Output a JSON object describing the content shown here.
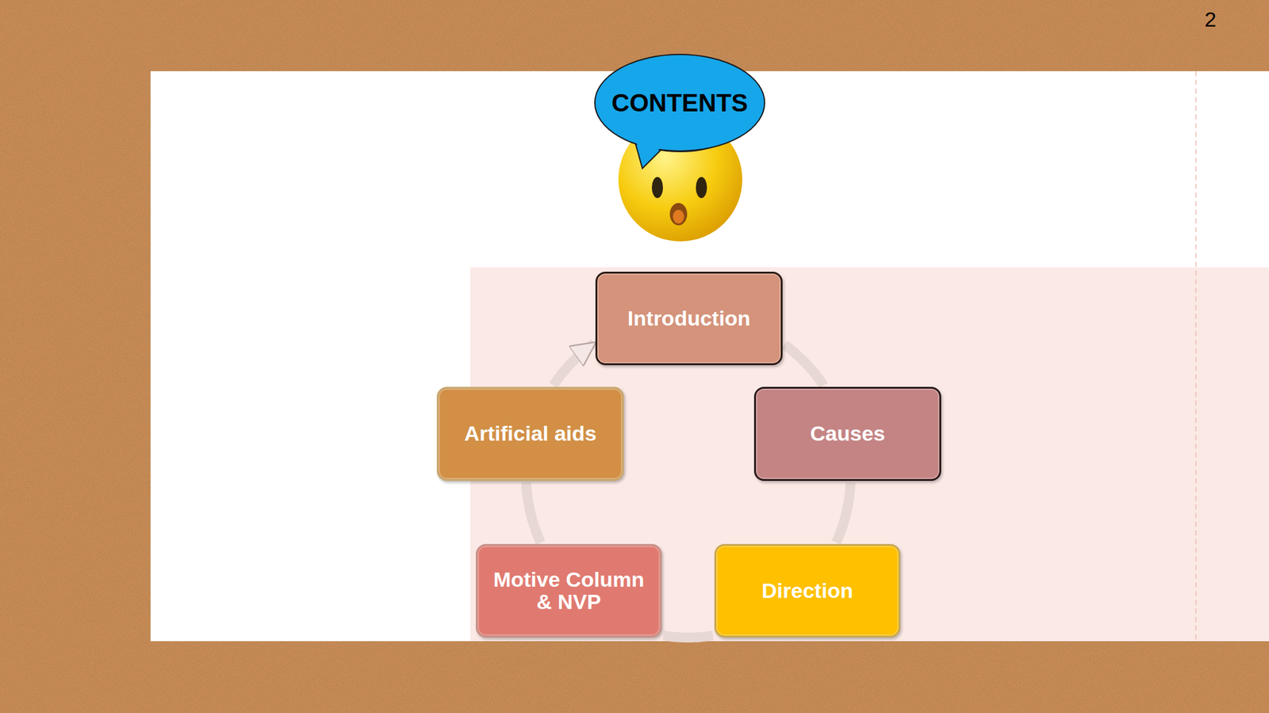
{
  "diagram": {
    "nodes": [
      {
        "text": [
          "CONTENTS"
        ]
      },
      {
        "text": [
          "Introduction"
        ]
      },
      {
        "text": [
          "Causes"
        ]
      },
      {
        "text": [
          "Direction"
        ]
      },
      {
        "text": [
          "Motive Column & NVP"
        ]
      },
      {
        "text": [
          "Artificial aids"
        ]
      }
    ],
    "edges": [
      {
        "from": 1,
        "to": 2,
        "arrow": "none"
      },
      {
        "from": 2,
        "to": 3,
        "arrow": "none"
      },
      {
        "from": 3,
        "to": 4,
        "arrow": "none"
      },
      {
        "from": 4,
        "to": 5,
        "arrow": "none"
      },
      {
        "from": 5,
        "to": 1,
        "arrow": "to"
      }
    ],
    "labels": [
      "2"
    ]
  }
}
